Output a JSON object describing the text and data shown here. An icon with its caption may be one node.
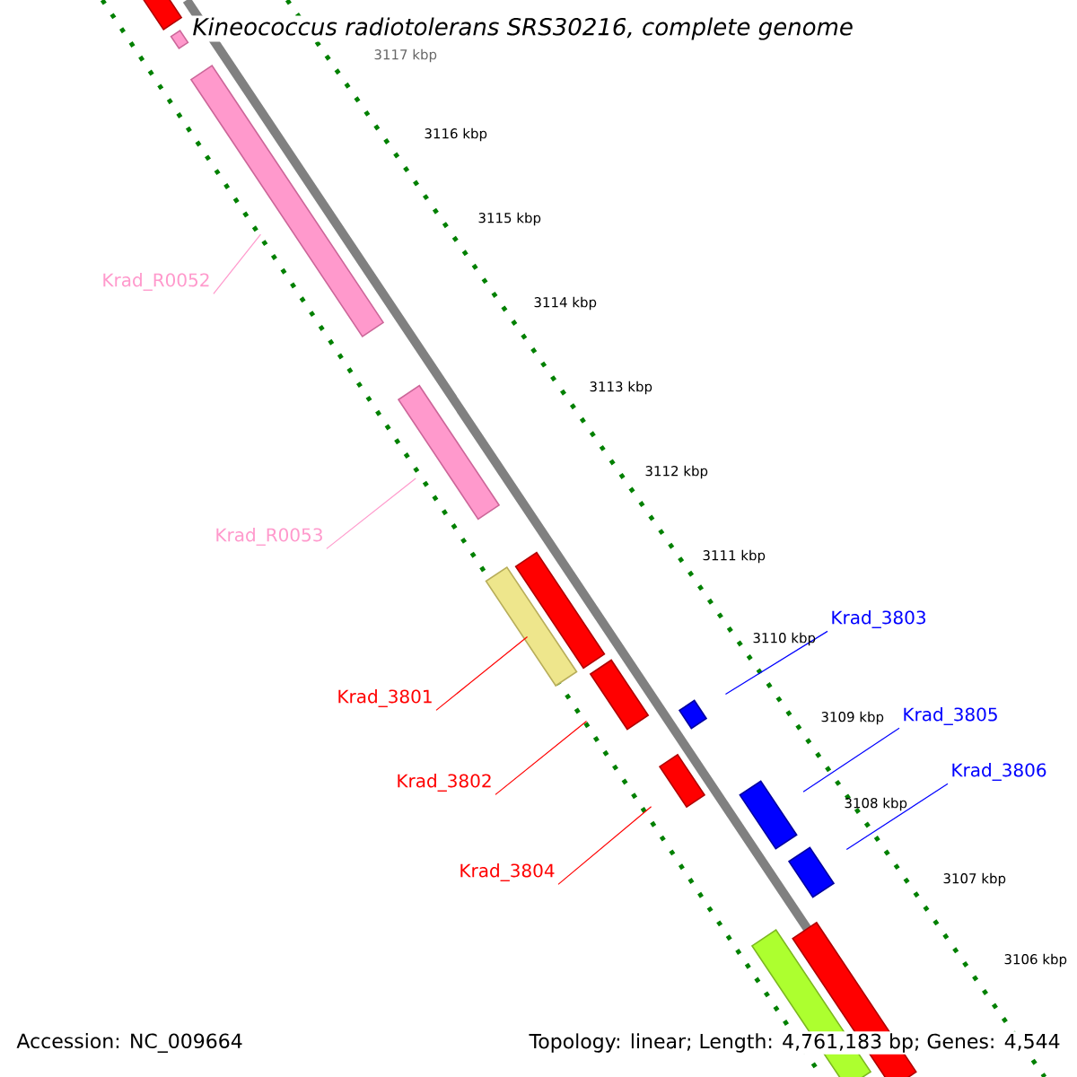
{
  "diagram": {
    "title": "*Kineococcus radiotolerans* SRS30216, complete genome",
    "nodes": [
      {
        "text": [],
        "shape": "bar"
      },
      {
        "text": [],
        "shape": "bar"
      },
      {
        "text": [],
        "shape": "bar"
      },
      {
        "text": [],
        "shape": "bar"
      },
      {
        "text": [],
        "shape": "bar"
      },
      {
        "text": [],
        "shape": "bar"
      },
      {
        "text": [],
        "shape": "bar"
      },
      {
        "text": [],
        "shape": "bar"
      },
      {
        "text": [],
        "shape": "bar"
      },
      {
        "text": [],
        "shape": "bar"
      },
      {
        "text": [],
        "shape": "bar"
      },
      {
        "text": [],
        "shape": "bar"
      },
      {
        "text": [],
        "shape": "bar"
      },
      {
        "text": [
          "Krad_R0052"
        ]
      },
      {
        "text": [
          "Krad_R0053"
        ]
      },
      {
        "text": [
          "Krad_3803"
        ]
      },
      {
        "text": [
          "Krad_3801"
        ]
      },
      {
        "text": [
          "Krad_3805"
        ]
      },
      {
        "text": [
          "Krad_3806"
        ]
      },
      {
        "text": [
          "Krad_3802"
        ]
      },
      {
        "text": [
          "Krad_3804"
        ]
      }
    ],
    "edges": [
      {
        "from": 13,
        "to": 2,
        "arrow": "none",
        "color": "#ff99cc"
      },
      {
        "from": 14,
        "to": 3,
        "arrow": "none",
        "color": "#ff99cc"
      },
      {
        "from": 15,
        "to": 7,
        "arrow": "none",
        "color": "#0000ff"
      },
      {
        "from": 16,
        "to": 5,
        "arrow": "none",
        "color": "#ff0000"
      },
      {
        "from": 17,
        "to": 9,
        "arrow": "none",
        "color": "#0000ff"
      },
      {
        "from": 18,
        "to": 10,
        "arrow": "none",
        "color": "#0000ff"
      },
      {
        "from": 19,
        "to": 6,
        "arrow": "none",
        "color": "#ff0000"
      },
      {
        "from": 20,
        "to": 8,
        "arrow": "none",
        "color": "#ff0000"
      }
    ],
    "labels": [
      "3117 kbp",
      "3116 kbp",
      "3115 kbp",
      "3114 kbp",
      "3113 kbp",
      "3112 kbp",
      "3111 kbp",
      "3110 kbp",
      "3109 kbp",
      "3108 kbp",
      "3107 kbp",
      "3106 kbp",
      "Accession: NC_009664",
      "Topology: linear; Length: 4,761,183 bp; Genes: 4,544"
    ]
  }
}
